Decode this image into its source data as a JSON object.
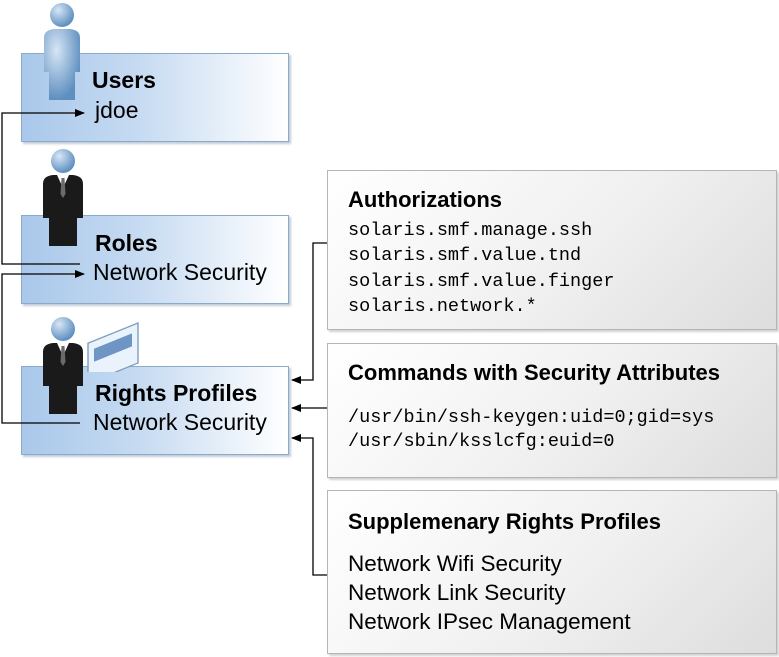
{
  "left_boxes": {
    "users": {
      "title": "Users",
      "value": "jdoe"
    },
    "roles": {
      "title": "Roles",
      "value": "Network Security"
    },
    "rights_profiles": {
      "title": "Rights Profiles",
      "value": "Network Security"
    }
  },
  "right_boxes": {
    "authorizations": {
      "title": "Authorizations",
      "items": [
        "solaris.smf.manage.ssh",
        "solaris.smf.value.tnd",
        "solaris.smf.value.finger",
        "solaris.network.*"
      ]
    },
    "commands": {
      "title": "Commands with Security Attributes",
      "items": [
        "/usr/bin/ssh-keygen:uid=0;gid=sys",
        "/usr/sbin/ksslcfg:euid=0"
      ]
    },
    "supplementary": {
      "title": "Supplemenary Rights Profiles",
      "items": [
        "Network Wifi Security",
        "Network Link Security",
        "Network IPsec Management"
      ]
    }
  },
  "icons": [
    "user-icon",
    "role-icon",
    "profile-icon",
    "profile-card-icon"
  ],
  "colors": {
    "left_box_fill": "#a9c8ea",
    "left_box_border": "#8aaac8",
    "right_box_border": "#b5b5b5",
    "connector": "#000000"
  }
}
